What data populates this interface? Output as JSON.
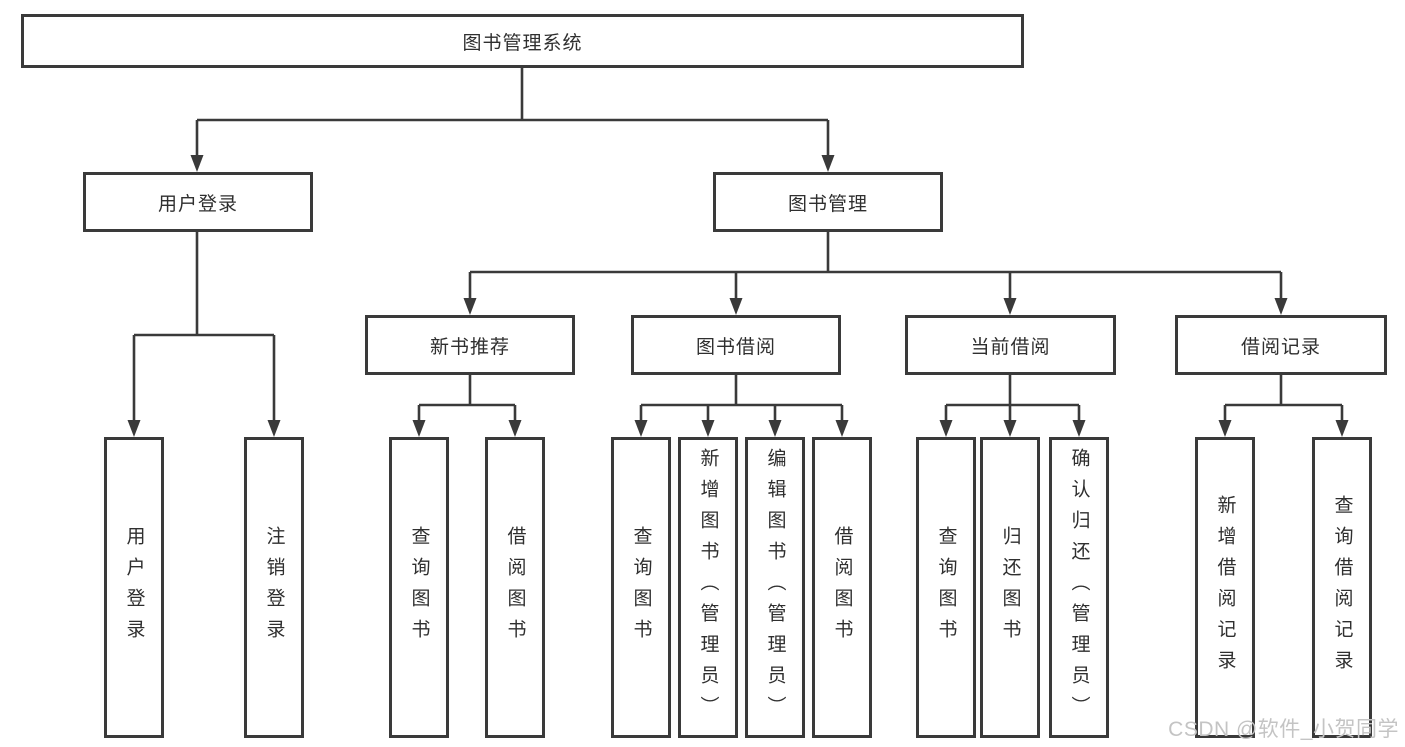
{
  "colors": {
    "line": "#3a3a3a",
    "text": "#2f2f2f",
    "background": "#ffffff",
    "watermark": "#c4c4c4"
  },
  "tree": {
    "root": {
      "label": "图书管理系统",
      "children": [
        {
          "label": "用户登录",
          "children": [
            {
              "label": "用户登录"
            },
            {
              "label": "注销登录"
            }
          ]
        },
        {
          "label": "图书管理",
          "children": [
            {
              "label": "新书推荐",
              "children": [
                {
                  "label": "查询图书"
                },
                {
                  "label": "借阅图书"
                }
              ]
            },
            {
              "label": "图书借阅",
              "children": [
                {
                  "label": "查询图书"
                },
                {
                  "label": "新增图书（管理员）"
                },
                {
                  "label": "编辑图书（管理员）"
                },
                {
                  "label": "借阅图书"
                }
              ]
            },
            {
              "label": "当前借阅",
              "children": [
                {
                  "label": "查询图书"
                },
                {
                  "label": "归还图书"
                },
                {
                  "label": "确认归还（管理员）"
                }
              ]
            },
            {
              "label": "借阅记录",
              "children": [
                {
                  "label": "新增借阅记录"
                },
                {
                  "label": "查询借阅记录"
                }
              ]
            }
          ]
        }
      ]
    }
  },
  "watermark": {
    "text": "CSDN @软件_小贺同学"
  }
}
